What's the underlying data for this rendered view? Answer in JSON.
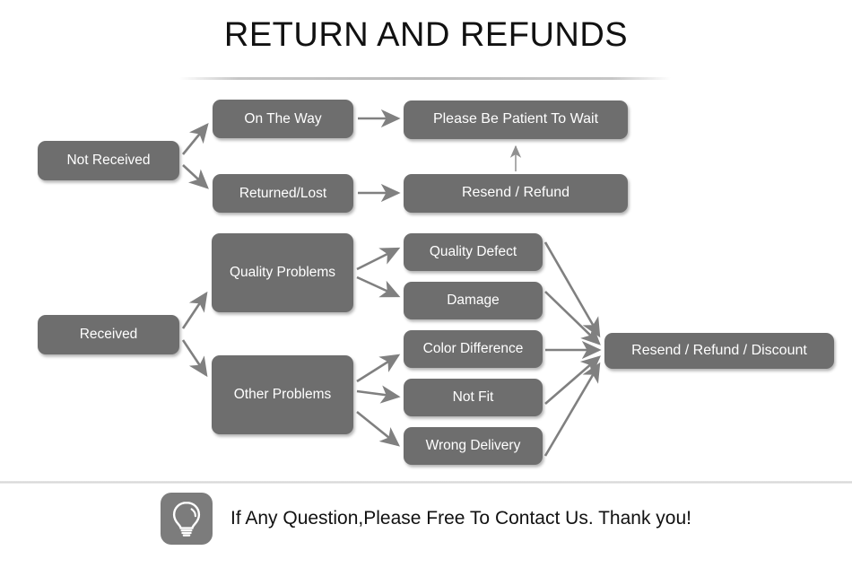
{
  "page": {
    "title": "RETURN AND REFUNDS"
  },
  "flow": {
    "not_received_branch": {
      "source": {
        "label": "Not Received"
      },
      "stages": [
        {
          "label": "On The Way"
        },
        {
          "label": "Returned/Lost"
        }
      ],
      "outcomes": [
        {
          "label": "Please Be Patient To Wait"
        },
        {
          "label": "Resend / Refund"
        }
      ]
    },
    "received_branch": {
      "source": {
        "label": "Received"
      },
      "categories": [
        {
          "label": "Quality Problems"
        },
        {
          "label": "Other Problems"
        }
      ],
      "issues": [
        {
          "label": "Quality Defect"
        },
        {
          "label": "Damage"
        },
        {
          "label": "Color Difference"
        },
        {
          "label": "Not Fit"
        },
        {
          "label": "Wrong Delivery"
        }
      ],
      "outcome": {
        "label": "Resend / Refund / Discount"
      }
    }
  },
  "footer": {
    "icon": "lightbulb-icon",
    "text": "If Any Question,Please Free To Contact Us. Thank you!"
  },
  "colors": {
    "node_fill": "#6e6e6e",
    "node_text": "#ffffff",
    "arrow": "#808080",
    "title_text": "#111111",
    "background": "#ffffff",
    "footer_badge": "#7c7c7c"
  }
}
